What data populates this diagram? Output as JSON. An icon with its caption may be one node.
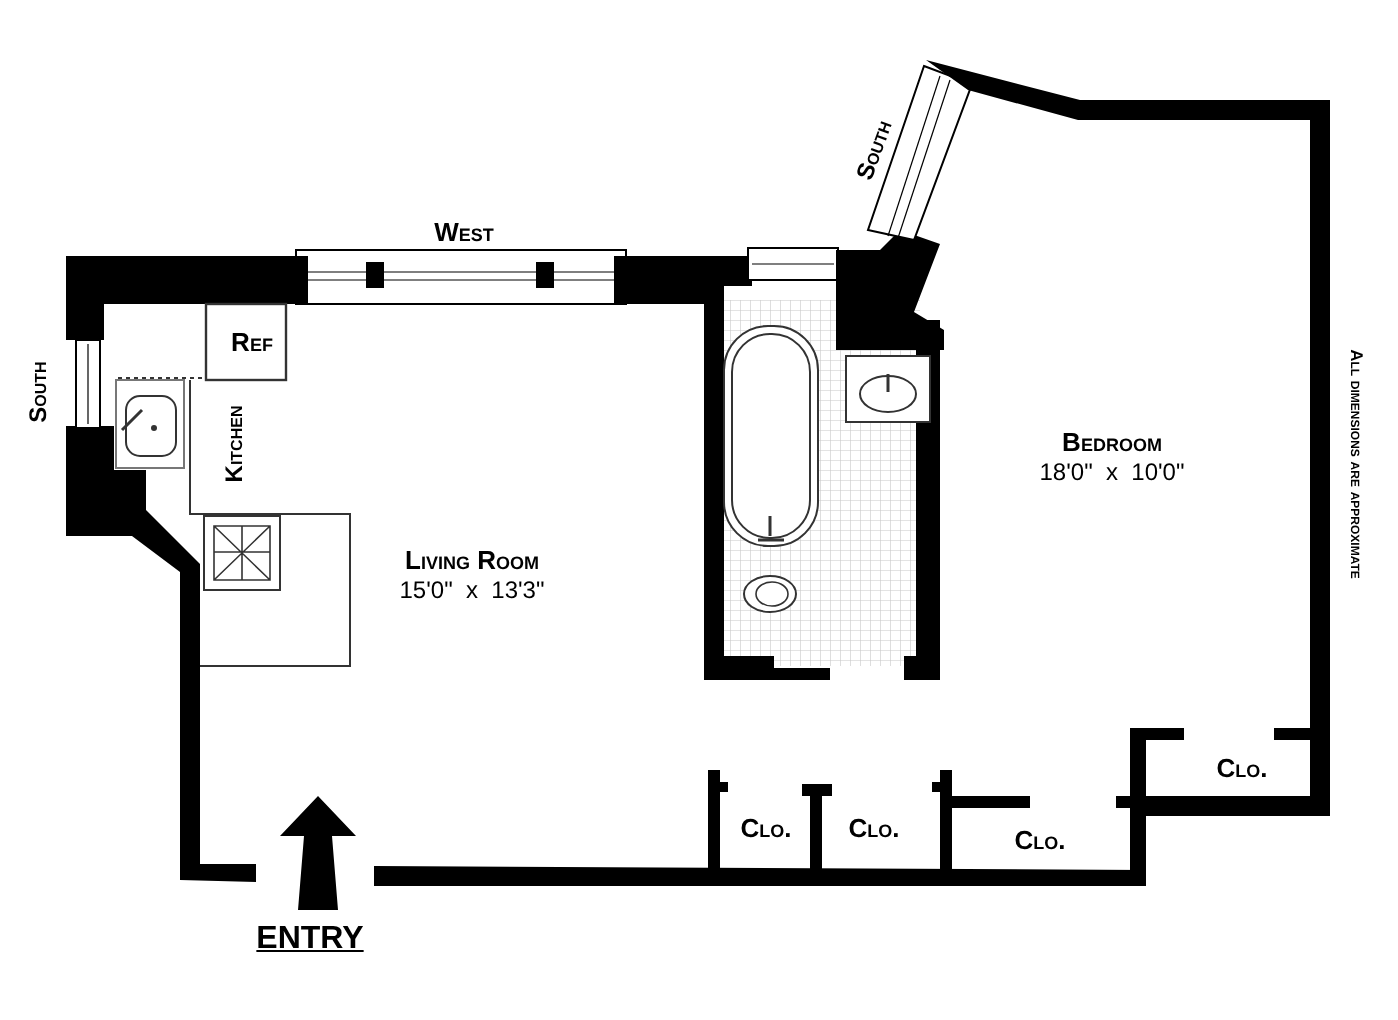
{
  "diagram": {
    "labels": [
      "South",
      "West",
      "Ref",
      "All dimensions are approximate",
      "Bedroom",
      "18'0\"  x  10'0\"",
      "South",
      "Kitchen",
      "Living Room",
      "15'0\"  x  13'3\"",
      "Clo.",
      "Clo.",
      "Clo.",
      "Clo.",
      "ENTRY"
    ]
  }
}
